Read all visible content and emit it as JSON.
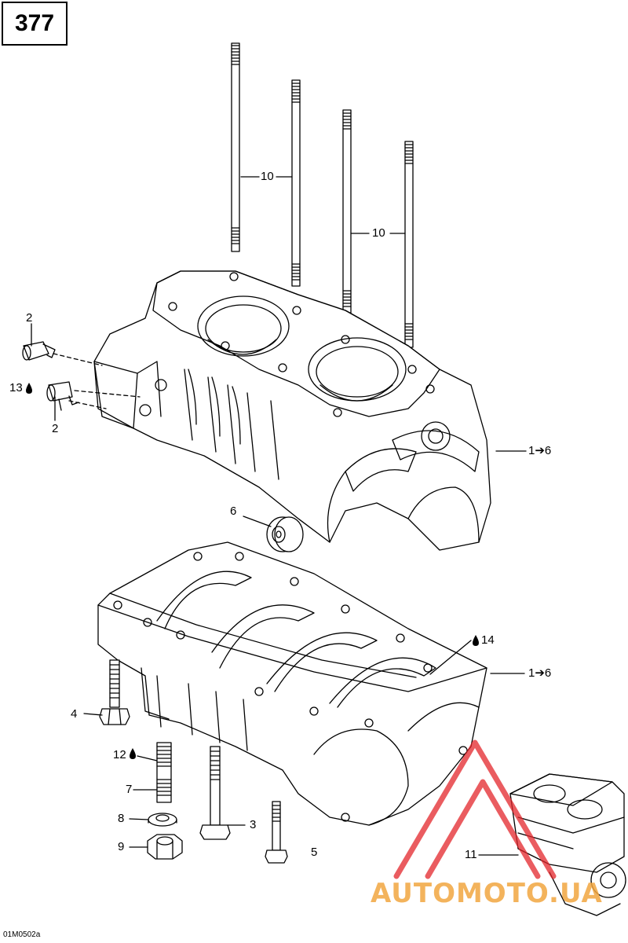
{
  "page_number": "377",
  "drawing_code": "01M0502a",
  "watermark": "AUTOMOTO.UA",
  "callouts": {
    "c10a": "10",
    "c10b": "10",
    "c2a": "2",
    "c13": "13",
    "c2b": "2",
    "c1to6a": "1➔6",
    "c6": "6",
    "c14": "14",
    "c1to6b": "1➔6",
    "c4": "4",
    "c12": "12",
    "c7": "7",
    "c3": "3",
    "c8": "8",
    "c9": "9",
    "c5": "5",
    "c11": "11"
  },
  "icons": {
    "drop": "oil-drop-icon",
    "watermark_logo": "triangle-logo-icon"
  },
  "colors": {
    "line": "#000000",
    "watermark_red": "#e3262b",
    "watermark_orange": "#f2a640"
  }
}
